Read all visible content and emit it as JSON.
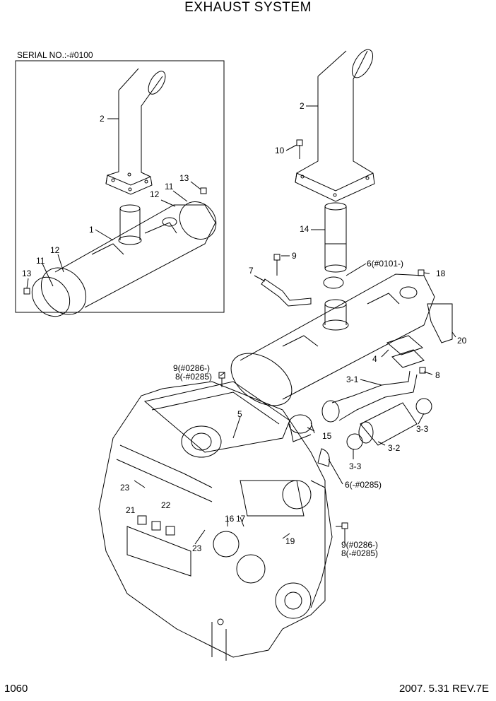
{
  "title": "EXHAUST SYSTEM",
  "serial_note": "SERIAL NO.:-#0100",
  "page_number": "1060",
  "footer_date": "2007. 5.31  REV.7E",
  "labels": {
    "l2a": "2",
    "l1": "1",
    "l11a": "11",
    "l12a": "12",
    "l13a": "13",
    "l11b": "11",
    "l12b": "12",
    "l13b": "13",
    "l2b": "2",
    "l10": "10",
    "l14": "14",
    "l9": "9",
    "l7": "7",
    "l6a": "6(#0101-)",
    "l18": "18",
    "l20": "20",
    "l4": "4",
    "l8": "8",
    "l31": "3-1",
    "l9b": "9(#0286-)",
    "l8b": "8(-#0285)",
    "l5": "5",
    "l15": "15",
    "l33a": "3-3",
    "l32": "3-2",
    "l33b": "3-3",
    "l6b": "6(-#0285)",
    "l23a": "23",
    "l21": "21",
    "l22": "22",
    "l16": "16",
    "l17": "17",
    "l19": "19",
    "l23b": "23",
    "l9c": "9(#0286-)",
    "l8c": "8(-#0285)"
  }
}
